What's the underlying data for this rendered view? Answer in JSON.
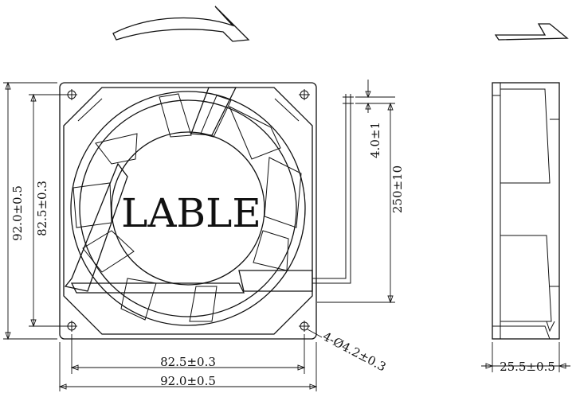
{
  "label": "LABLE",
  "dims": {
    "height_outer": "92.0±0.5",
    "height_hole": "82.5±0.3",
    "width_hole": "82.5±0.3",
    "width_outer": "92.0±0.5",
    "hole_spec": "4-Ø4.2±0.3",
    "lead_strip": "4.0±1",
    "lead_length": "250±10",
    "thickness": "25.5±0.5"
  },
  "icons": {
    "rotation": "curved-arrow-icon",
    "airflow": "hook-arrow-icon"
  }
}
